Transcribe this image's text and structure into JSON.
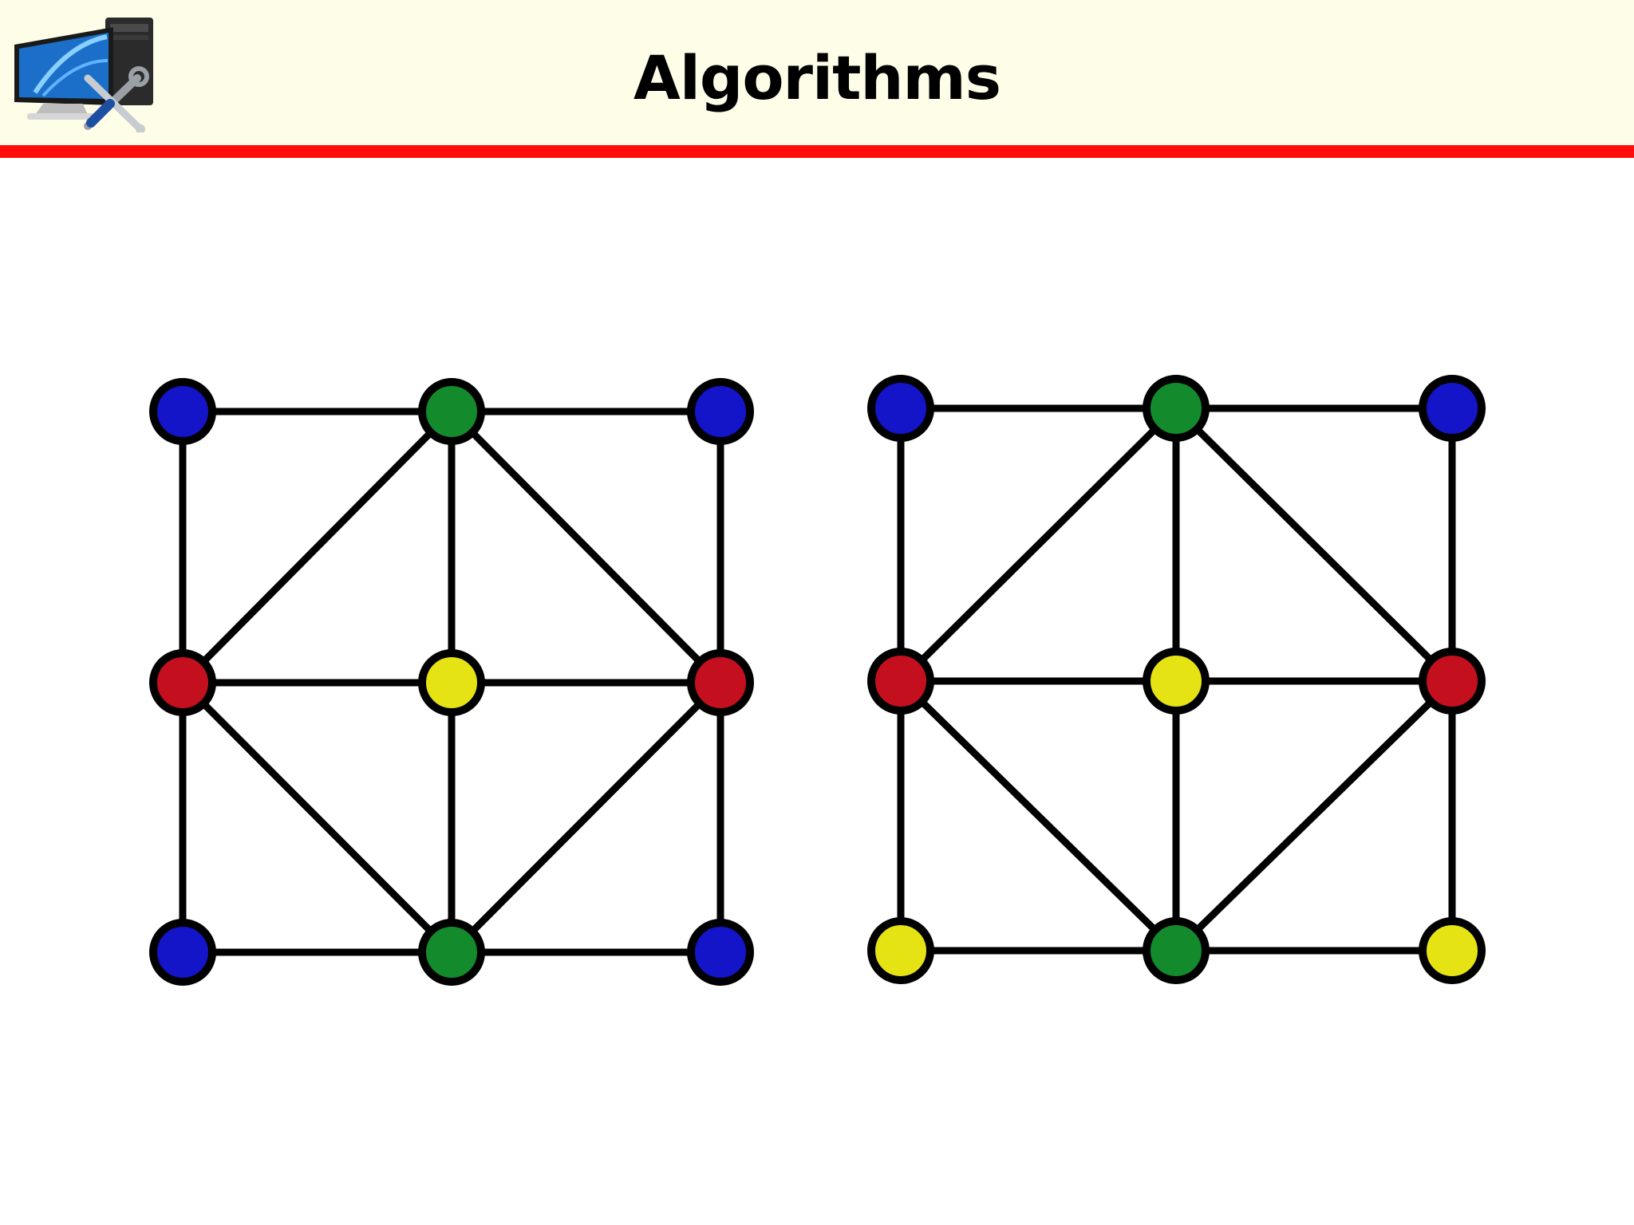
{
  "header": {
    "title": "Algorithms",
    "logo_icon": "computer-tools-icon",
    "background": "#fdfde8",
    "rule_color": "#ff0d0d"
  },
  "palette": {
    "blue": "#1414c8",
    "green": "#138a2c",
    "red": "#c4101e",
    "yellow": "#e6e314"
  },
  "graph": {
    "nodes": [
      "top-left",
      "top-middle",
      "top-right",
      "middle-left",
      "center",
      "middle-right",
      "bottom-left",
      "bottom-middle",
      "bottom-right"
    ],
    "edges": [
      [
        "top-left",
        "top-middle"
      ],
      [
        "top-middle",
        "top-right"
      ],
      [
        "top-left",
        "middle-left"
      ],
      [
        "top-right",
        "middle-right"
      ],
      [
        "top-middle",
        "middle-left"
      ],
      [
        "top-middle",
        "center"
      ],
      [
        "top-middle",
        "middle-right"
      ],
      [
        "middle-left",
        "center"
      ],
      [
        "center",
        "middle-right"
      ],
      [
        "middle-left",
        "bottom-left"
      ],
      [
        "middle-left",
        "bottom-middle"
      ],
      [
        "center",
        "bottom-middle"
      ],
      [
        "middle-right",
        "bottom-middle"
      ],
      [
        "middle-right",
        "bottom-right"
      ],
      [
        "bottom-left",
        "bottom-middle"
      ],
      [
        "bottom-middle",
        "bottom-right"
      ]
    ]
  },
  "colorings": [
    {
      "name": "left-coloring",
      "colors": {
        "top-left": "blue",
        "top-middle": "green",
        "top-right": "blue",
        "middle-left": "red",
        "center": "yellow",
        "middle-right": "red",
        "bottom-left": "blue",
        "bottom-middle": "green",
        "bottom-right": "blue"
      }
    },
    {
      "name": "right-coloring",
      "colors": {
        "top-left": "blue",
        "top-middle": "green",
        "top-right": "blue",
        "middle-left": "red",
        "center": "yellow",
        "middle-right": "red",
        "bottom-left": "yellow",
        "bottom-middle": "green",
        "bottom-right": "yellow"
      }
    }
  ]
}
